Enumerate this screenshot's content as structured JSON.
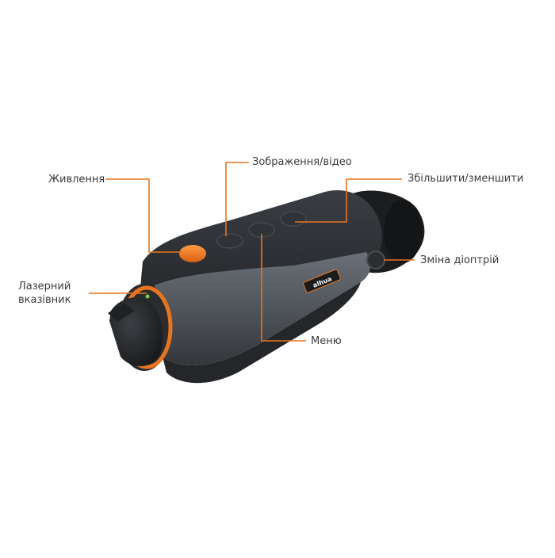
{
  "callouts": {
    "power": "Живлення",
    "image_video": "Зображення/відео",
    "zoom": "Збільшити/зменшити",
    "diopter": "Зміна діоптрій",
    "menu": "Меню",
    "laser_line1": "Лазерний",
    "laser_line2": "вказівник"
  },
  "brand_logo_text": "alhua",
  "colors": {
    "accent": "#e8741e",
    "body_dark": "#2b2d30",
    "body_grey": "#5a5f66",
    "text": "#3a3a3a"
  }
}
